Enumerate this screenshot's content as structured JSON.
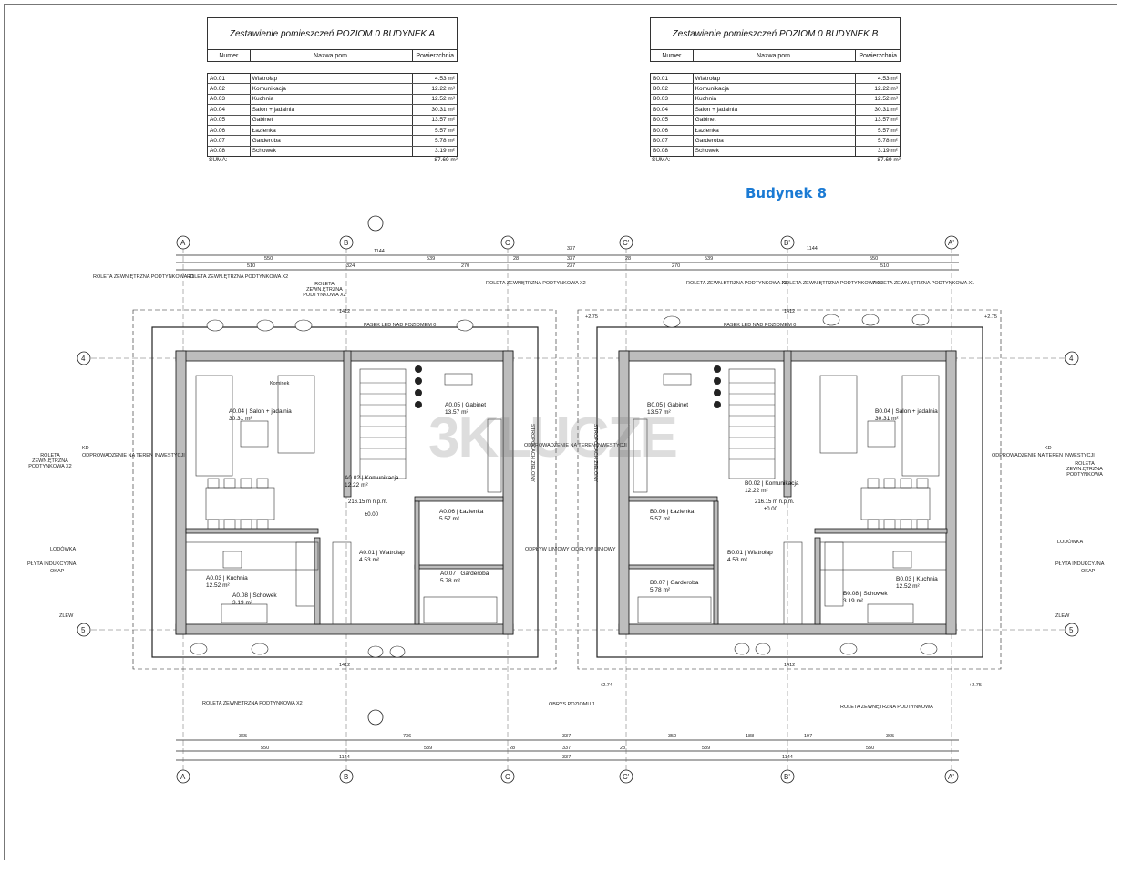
{
  "building_label": "Budynek 8",
  "watermark": "3KLUCZE",
  "schedules": [
    {
      "title": "Zestawienie pomieszczeń POZIOM 0 BUDYNEK A",
      "headers": [
        "Numer",
        "Nazwa pom.",
        "Powierzchnia"
      ],
      "rows": [
        [
          "A0.01",
          "Wiatrołap",
          "4.53 m²"
        ],
        [
          "A0.02",
          "Komunikacja",
          "12.22 m²"
        ],
        [
          "A0.03",
          "Kuchnia",
          "12.52 m²"
        ],
        [
          "A0.04",
          "Salon + jadalnia",
          "30.31 m²"
        ],
        [
          "A0.05",
          "Gabinet",
          "13.57 m²"
        ],
        [
          "A0.06",
          "Łazienka",
          "5.57 m²"
        ],
        [
          "A0.07",
          "Garderoba",
          "5.78 m²"
        ],
        [
          "A0.08",
          "Schowek",
          "3.19 m²"
        ]
      ],
      "sum_label": "SUMA:",
      "sum_value": "87.69 m²"
    },
    {
      "title": "Zestawienie pomieszczeń POZIOM 0 BUDYNEK B",
      "headers": [
        "Numer",
        "Nazwa pom.",
        "Powierzchnia"
      ],
      "rows": [
        [
          "B0.01",
          "Wiatrołap",
          "4.53 m²"
        ],
        [
          "B0.02",
          "Komunikacja",
          "12.22 m²"
        ],
        [
          "B0.03",
          "Kuchnia",
          "12.52 m²"
        ],
        [
          "B0.04",
          "Salon + jadalnia",
          "30.31 m²"
        ],
        [
          "B0.05",
          "Gabinet",
          "13.57 m²"
        ],
        [
          "B0.06",
          "Łazienka",
          "5.57 m²"
        ],
        [
          "B0.07",
          "Garderoba",
          "5.78 m²"
        ],
        [
          "B0.08",
          "Schowek",
          "3.19 m²"
        ]
      ],
      "sum_label": "SUMA:",
      "sum_value": "87.69 m²"
    }
  ],
  "grid_axes": {
    "top": [
      "A",
      "B",
      "C",
      "C'",
      "B'",
      "A'"
    ],
    "sides": [
      "4",
      "5"
    ]
  },
  "top_dims": {
    "row1": [
      "1144",
      "337",
      "1144"
    ],
    "row2": [
      "550",
      "539",
      "28",
      "337",
      "28",
      "539",
      "550"
    ],
    "row3": [
      "510",
      "324",
      "270",
      "237",
      "270",
      "510"
    ]
  },
  "bottom_dims": {
    "row1": [
      "365",
      "736",
      "337",
      "350",
      "188",
      "197",
      "365"
    ],
    "row2": [
      "550",
      "539",
      "28",
      "337",
      "28",
      "539",
      "550"
    ],
    "row3": [
      "1144",
      "337",
      "1144"
    ]
  },
  "plan_a": {
    "rooms": [
      {
        "id": "A0.04",
        "name": "Salon + jadalnia",
        "area": "30.31 m²"
      },
      {
        "id": "A0.05",
        "name": "Gabinet",
        "area": "13.57 m²"
      },
      {
        "id": "A0.02",
        "name": "Komunikacja",
        "area": "12.22 m²"
      },
      {
        "id": "A0.06",
        "name": "Łazienka",
        "area": "5.57 m²"
      },
      {
        "id": "A0.01",
        "name": "Wiatrołap",
        "area": "4.53 m²"
      },
      {
        "id": "A0.07",
        "name": "Garderoba",
        "area": "5.78 m²"
      },
      {
        "id": "A0.03",
        "name": "Kuchnia",
        "area": "12.52 m²"
      },
      {
        "id": "A0.08",
        "name": "Schowek",
        "area": "3.19 m²"
      }
    ],
    "level_mark": "216.15 m n.p.m.",
    "zero_mark": "±0.00",
    "outer_dim": "1412",
    "notes": {
      "roleta_x1": "ROLETA ZEWN.ĘTRZNA PODTYNKOWA X1",
      "roleta_x2_top": "ROLETA ZEWN.ĘTRZNA PODTYNKOWA X2",
      "roleta_x2_mid": "ROLETA ZEWN.ĘTRZNA PODTYNKOWA X2",
      "roleta_x2_right": "ROLETA ZEWNĘTRZNA PODTYNKOWA X2",
      "roleta_left": "ROLETA ZEWN.ĘTRZNA PODTYNKOWA X2",
      "roleta_bottom": "ROLETA ZEWNĘTRZNA PODTYNKOWA X2",
      "pasek": "PASEK LED NAD POZIOMEM 0",
      "kd": "KD",
      "odprowadzenie": "ODPROWADZENIE NA TEREN INWESTYCJI",
      "odprowadzenie_mid": "ODPROWADZENIE NA TEREN INWESTYCJI",
      "lodowka": "LODÓWKA",
      "plyta": "PŁYTA INDUKCYJNA",
      "okap": "OKAP",
      "zlew": "ZLEW",
      "odplyw": "ODPŁYW LINIOWY",
      "obrys": "OBRYS POZIOMU 1",
      "stropodach": "STROPODACH ZIELONY",
      "kominek": "Kominek"
    }
  },
  "plan_b": {
    "rooms": [
      {
        "id": "B0.04",
        "name": "Salon + jadalnia",
        "area": "30.31 m²"
      },
      {
        "id": "B0.05",
        "name": "Gabinet",
        "area": "13.57 m²"
      },
      {
        "id": "B0.02",
        "name": "Komunikacja",
        "area": "12.22 m²"
      },
      {
        "id": "B0.06",
        "name": "Łazienka",
        "area": "5.57 m²"
      },
      {
        "id": "B0.01",
        "name": "Wiatrołap",
        "area": "4.53 m²"
      },
      {
        "id": "B0.07",
        "name": "Garderoba",
        "area": "5.78 m²"
      },
      {
        "id": "B0.03",
        "name": "Kuchnia",
        "area": "12.52 m²"
      },
      {
        "id": "B0.08",
        "name": "Schowek",
        "area": "3.19 m²"
      }
    ],
    "level_mark": "216.15 m n.p.m.",
    "zero_mark": "±0.00",
    "outer_dim": "1412",
    "notes": {
      "roleta_x2_a": "ROLETA ZEWN.ĘTRZNA PODTYNKOWA X2",
      "roleta_x2_b": "ROLETA ZEWN.ĘTRZNA PODTYNKOWA X2",
      "roleta_x1": "ROLETA ZEWN.ĘTRZNA PODTYNKOWA X1",
      "roleta_right": "ROLETA ZEWN.ĘTRZNA PODTYNKOWA",
      "roleta_bottom": "ROLETA ZEWNĘTRZNA PODTYNKOWA",
      "pasek": "PASEK LED NAD POZIOMEM 0",
      "kd": "KD",
      "odprowadzenie": "ODPROWADZENIE NA TEREN INWESTYCJI",
      "lodowka": "LODÓWKA",
      "plyta": "PŁYTA INDUKCYJNA",
      "okap": "OKAP",
      "zlew": "ZLEW",
      "odplyw": "ODPŁYW LINIOWY",
      "stropodach": "STROPODACH ZIELONY"
    }
  },
  "elevations": {
    "a_top": "+2.75",
    "b_top": "+2.75",
    "a_bottom": "+2.74",
    "b_bottom": "+2.75"
  }
}
